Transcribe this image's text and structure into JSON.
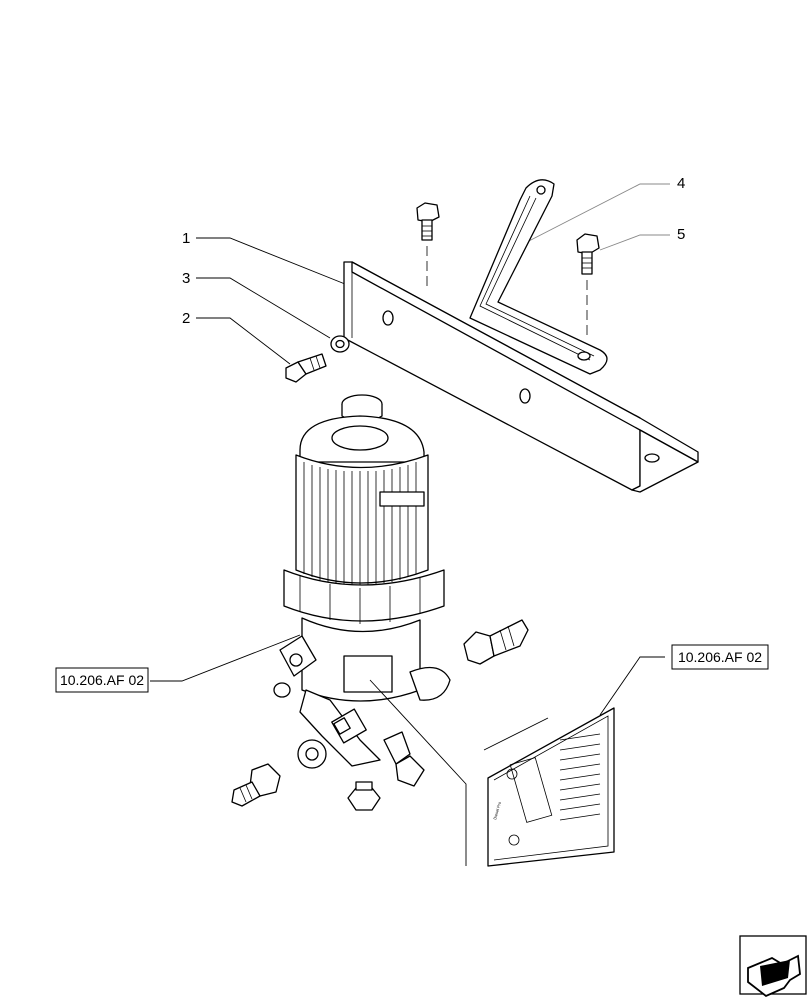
{
  "callouts": [
    {
      "id": "1",
      "text": "1"
    },
    {
      "id": "2",
      "text": "2"
    },
    {
      "id": "3",
      "text": "3"
    },
    {
      "id": "4",
      "text": "4"
    },
    {
      "id": "5",
      "text": "5"
    }
  ],
  "references": {
    "filter_ref": "10.206.AF 02",
    "label_ref": "10.206.AF 02"
  },
  "decal": {
    "brand_line": "Diesel Pro"
  },
  "nav": {
    "icon": "next-page-arrow-icon"
  }
}
